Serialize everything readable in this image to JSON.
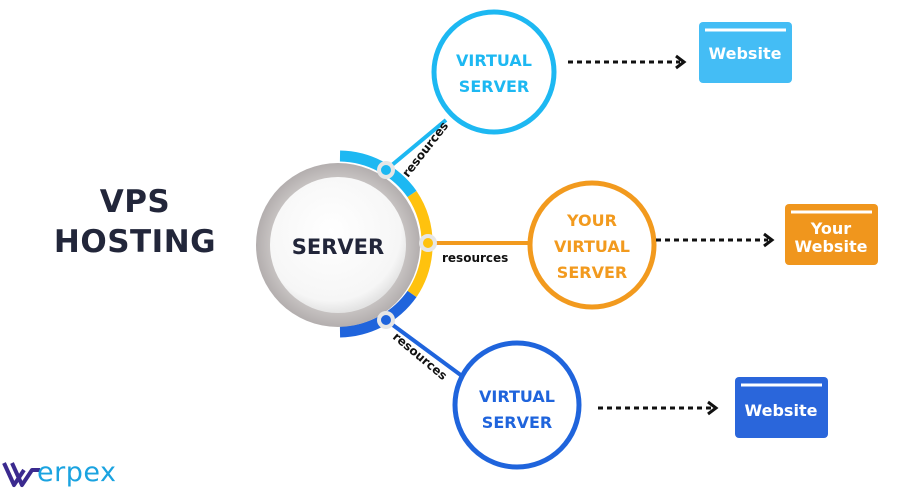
{
  "title": {
    "line1": "VPS",
    "line2": "HOSTING"
  },
  "center": {
    "label": "SERVER"
  },
  "branches": [
    {
      "id": "top",
      "color": "#1db8f2",
      "node_lines": [
        "VIRTUAL",
        "SERVER"
      ],
      "connector_label": "resources",
      "website_lines": [
        "Website"
      ],
      "website_color": "#44bdf5"
    },
    {
      "id": "middle",
      "color": "#f29a1e",
      "node_lines": [
        "YOUR",
        "VIRTUAL",
        "SERVER"
      ],
      "connector_label": "resources",
      "website_lines": [
        "Your",
        "Website"
      ],
      "website_color": "#f0961d"
    },
    {
      "id": "bottom",
      "color": "#1f64dc",
      "node_lines": [
        "VIRTUAL",
        "SERVER"
      ],
      "connector_label": "resources",
      "website_lines": [
        "Website"
      ],
      "website_color": "#2a66db"
    }
  ],
  "ring_colors": {
    "top": "#1db8f2",
    "middle": "#ffc20e",
    "bottom": "#1f64dc"
  },
  "logo": {
    "text": "erpex",
    "accent": "#1aa3e0",
    "mark_color": "#3b2a8f"
  }
}
